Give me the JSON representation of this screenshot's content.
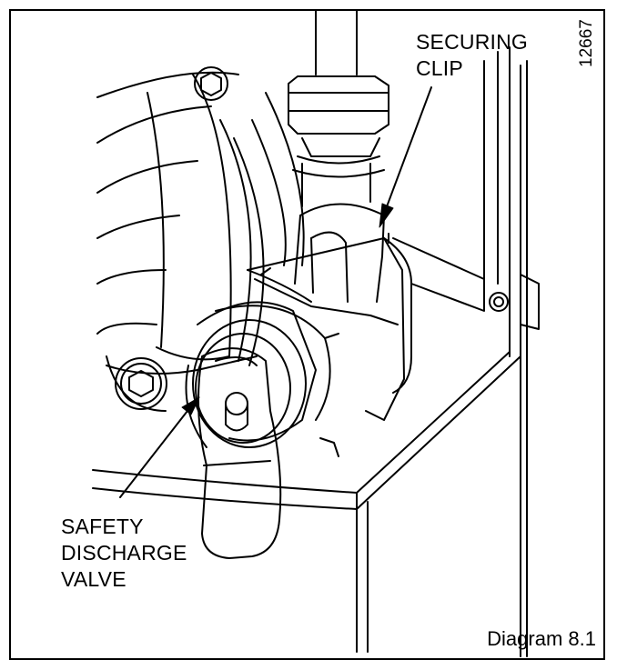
{
  "figure": {
    "ref_number": "12667",
    "caption": "Diagram 8.1",
    "labels": {
      "securing_clip": [
        "SECURING",
        "CLIP"
      ],
      "safety_discharge_valve": [
        "SAFETY",
        "DISCHARGE",
        "VALVE"
      ]
    }
  }
}
